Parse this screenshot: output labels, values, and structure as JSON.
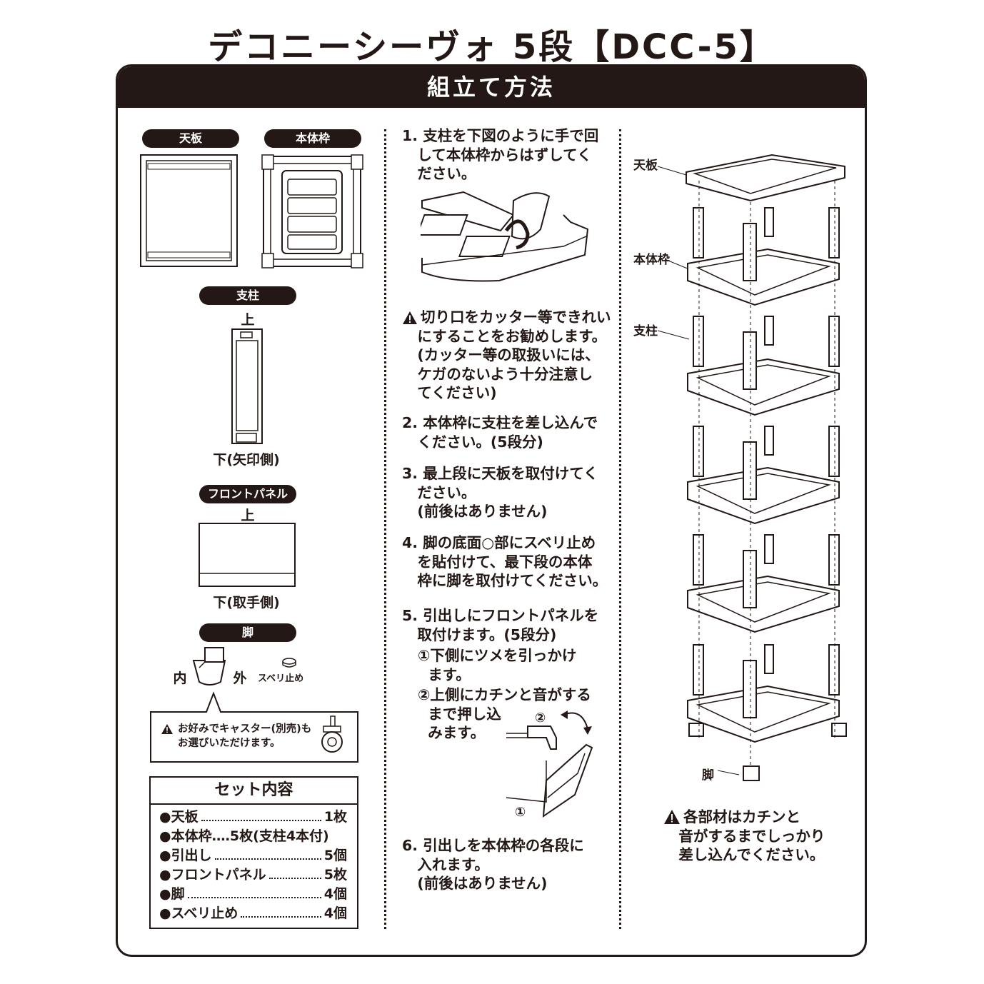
{
  "title": "デコニーシーヴォ 5段【DCC-5】",
  "header": "組立て方法",
  "parts": {
    "tenban_label": "天板",
    "hontai_label": "本体枠",
    "shichu_label": "支柱",
    "shichu_top": "上",
    "shichu_bottom": "下(矢印側)",
    "front_label": "フロントパネル",
    "front_top": "上",
    "front_bottom": "下(取手側)",
    "ashi_label": "脚",
    "ashi_inner": "内",
    "ashi_outer": "外",
    "suberi_label": "スベリ止め",
    "caster_note_line1": "お好みでキャスター(別売)も",
    "caster_note_line2": "お選びいただけます。"
  },
  "set_contents": {
    "title": "セット内容",
    "items": [
      {
        "name": "●天板",
        "qty": "1枚"
      },
      {
        "name": "●本体枠‥‥5枚(支柱4本付)",
        "qty": ""
      },
      {
        "name": "●引出し",
        "qty": "5個"
      },
      {
        "name": "●フロントパネル",
        "qty": "5枚"
      },
      {
        "name": "●脚",
        "qty": "4個"
      },
      {
        "name": "●スベリ止め",
        "qty": "4個"
      }
    ]
  },
  "steps": {
    "s1": "1. 支柱を下図のように手で回\n   して本体枠からはずしてく\n   ださい。",
    "caution": "切り口をカッター等できれい\n   にすることをお勧めします。\n   (カッター等の取扱いには、\n   ケガのないよう十分注意し\n   てください)",
    "s2": "2. 本体枠に支柱を差し込んで\n   ください。(5段分)",
    "s3": "3. 最上段に天板を取付けてく\n   ださい。\n   (前後はありません)",
    "s4": "4. 脚の底面○部にスベリ止め\n   を貼付けて、最下段の本体\n   枠に脚を取付けてください。",
    "s5": "5. 引出しにフロントパネルを\n   取付けます。(5段分)",
    "s5a": "①下側にツメを引っかけ\n  ます。",
    "s5b": "②上側にカチンと音がする\n  まで押し込\n  みます。",
    "s6": "6. 引出しを本体枠の各段に\n   入れます。\n   (前後はありません)",
    "circle1": "①",
    "circle2": "②"
  },
  "diagram": {
    "tenban": "天板",
    "hontai": "本体枠",
    "shichu": "支柱",
    "ashi": "脚",
    "note": "各部材はカチンと\n   音がするまでしっかり\n   差し込んでください。"
  },
  "colors": {
    "ink": "#231815",
    "paper": "#ffffff"
  }
}
